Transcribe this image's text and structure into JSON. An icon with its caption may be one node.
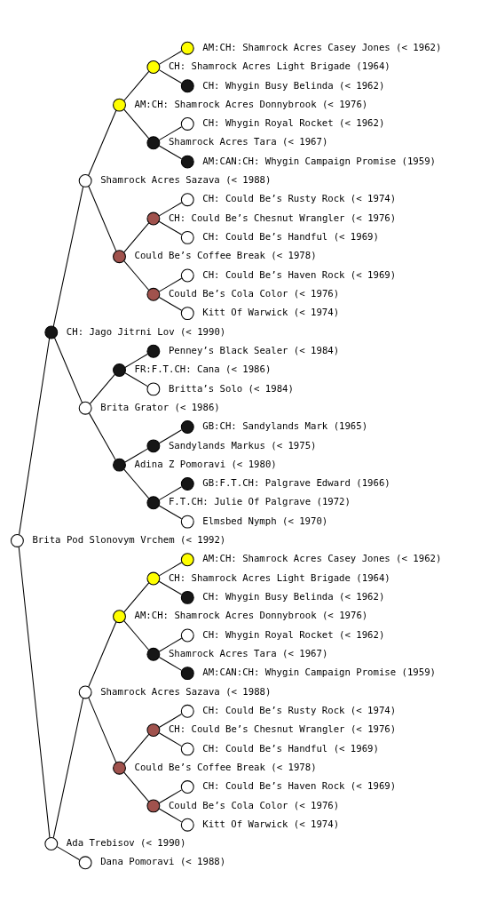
{
  "diagram": {
    "nodes": [
      {
        "text": [],
        "shape": "circle",
        "beside": [
          "AM:CH: Shamrock Acres Casey Jones (< 1962)"
        ]
      },
      {
        "text": [],
        "shape": "circle",
        "beside": [
          "CH: Shamrock Acres Light Brigade (1964)"
        ]
      },
      {
        "text": [],
        "shape": "circle",
        "beside": [
          "CH: Whygin Busy Belinda (< 1962)"
        ]
      },
      {
        "text": [],
        "shape": "circle",
        "beside": [
          "AM:CH: Shamrock Acres Donnybrook (< 1976)"
        ]
      },
      {
        "text": [],
        "shape": "circle",
        "beside": [
          "CH: Whygin Royal Rocket (< 1962)"
        ]
      },
      {
        "text": [],
        "shape": "circle",
        "beside": [
          "Shamrock Acres Tara (< 1967)"
        ]
      },
      {
        "text": [],
        "shape": "circle",
        "beside": [
          "AM:CAN:CH: Whygin Campaign Promise (1959)"
        ]
      },
      {
        "text": [],
        "shape": "circle",
        "beside": [
          "Shamrock Acres Sazava (< 1988)"
        ]
      },
      {
        "text": [],
        "shape": "circle",
        "beside": [
          "CH: Could Be’s Rusty Rock (< 1974)"
        ]
      },
      {
        "text": [],
        "shape": "circle",
        "beside": [
          "CH: Could Be’s Chesnut Wrangler (< 1976)"
        ]
      },
      {
        "text": [],
        "shape": "circle",
        "beside": [
          "CH: Could Be’s Handful (< 1969)"
        ]
      },
      {
        "text": [],
        "shape": "circle",
        "beside": [
          "Could Be’s Coffee Break (< 1978)"
        ]
      },
      {
        "text": [],
        "shape": "circle",
        "beside": [
          "CH: Could Be’s Haven Rock (< 1969)"
        ]
      },
      {
        "text": [],
        "shape": "circle",
        "beside": [
          "Could Be’s Cola Color (< 1976)"
        ]
      },
      {
        "text": [],
        "shape": "circle",
        "beside": [
          "Kitt Of Warwick (< 1974)"
        ]
      },
      {
        "text": [],
        "shape": "circle",
        "beside": [
          "CH: Jago Jitrni Lov (< 1990)"
        ]
      },
      {
        "text": [],
        "shape": "circle",
        "beside": [
          "Penney’s Black Sealer (< 1984)"
        ]
      },
      {
        "text": [],
        "shape": "circle",
        "beside": [
          "FR:F.T.CH: Cana (< 1986)"
        ]
      },
      {
        "text": [],
        "shape": "circle",
        "beside": [
          "Britta’s Solo (< 1984)"
        ]
      },
      {
        "text": [],
        "shape": "circle",
        "beside": [
          "Brita Grator (< 1986)"
        ]
      },
      {
        "text": [],
        "shape": "circle",
        "beside": [
          "GB:CH: Sandylands Mark (1965)"
        ]
      },
      {
        "text": [],
        "shape": "circle",
        "beside": [
          "Sandylands Markus (< 1975)"
        ]
      },
      {
        "text": [],
        "shape": "circle",
        "beside": [
          "Adina Z Pomoravi (< 1980)"
        ]
      },
      {
        "text": [],
        "shape": "circle",
        "beside": [
          "GB:F.T.CH: Palgrave Edward (1966)"
        ]
      },
      {
        "text": [],
        "shape": "circle",
        "beside": [
          "F.T.CH: Julie Of Palgrave (1972)"
        ]
      },
      {
        "text": [],
        "shape": "circle",
        "beside": [
          "Elmsbed Nymph (< 1970)"
        ]
      },
      {
        "text": [],
        "shape": "circle",
        "beside": [
          "Brita Pod Slonovym Vrchem (< 1992)"
        ]
      },
      {
        "text": [],
        "shape": "circle",
        "beside": [
          "AM:CH: Shamrock Acres Casey Jones (< 1962)"
        ]
      },
      {
        "text": [],
        "shape": "circle",
        "beside": [
          "CH: Shamrock Acres Light Brigade (1964)"
        ]
      },
      {
        "text": [],
        "shape": "circle",
        "beside": [
          "CH: Whygin Busy Belinda (< 1962)"
        ]
      },
      {
        "text": [],
        "shape": "circle",
        "beside": [
          "AM:CH: Shamrock Acres Donnybrook (< 1976)"
        ]
      },
      {
        "text": [],
        "shape": "circle",
        "beside": [
          "CH: Whygin Royal Rocket (< 1962)"
        ]
      },
      {
        "text": [],
        "shape": "circle",
        "beside": [
          "Shamrock Acres Tara (< 1967)"
        ]
      },
      {
        "text": [],
        "shape": "circle",
        "beside": [
          "AM:CAN:CH: Whygin Campaign Promise (1959)"
        ]
      },
      {
        "text": [],
        "shape": "circle",
        "beside": [
          "Shamrock Acres Sazava (< 1988)"
        ]
      },
      {
        "text": [],
        "shape": "circle",
        "beside": [
          "CH: Could Be’s Rusty Rock (< 1974)"
        ]
      },
      {
        "text": [],
        "shape": "circle",
        "beside": [
          "CH: Could Be’s Chesnut Wrangler (< 1976)"
        ]
      },
      {
        "text": [],
        "shape": "circle",
        "beside": [
          "CH: Could Be’s Handful (< 1969)"
        ]
      },
      {
        "text": [],
        "shape": "circle",
        "beside": [
          "Could Be’s Coffee Break (< 1978)"
        ]
      },
      {
        "text": [],
        "shape": "circle",
        "beside": [
          "CH: Could Be’s Haven Rock (< 1969)"
        ]
      },
      {
        "text": [],
        "shape": "circle",
        "beside": [
          "Could Be’s Cola Color (< 1976)"
        ]
      },
      {
        "text": [],
        "shape": "circle",
        "beside": [
          "Kitt Of Warwick (< 1974)"
        ]
      },
      {
        "text": [],
        "shape": "circle",
        "beside": [
          "Ada Trebisov (< 1990)"
        ]
      },
      {
        "text": [],
        "shape": "circle",
        "beside": [
          "Dana Pomoravi (< 1988)"
        ]
      }
    ],
    "edges": [
      {
        "from": 26,
        "to": 15,
        "arrow": "none"
      },
      {
        "from": 26,
        "to": 42,
        "arrow": "none"
      },
      {
        "from": 15,
        "to": 7,
        "arrow": "none"
      },
      {
        "from": 15,
        "to": 19,
        "arrow": "none"
      },
      {
        "from": 7,
        "to": 3,
        "arrow": "none"
      },
      {
        "from": 7,
        "to": 11,
        "arrow": "none"
      },
      {
        "from": 3,
        "to": 1,
        "arrow": "none"
      },
      {
        "from": 3,
        "to": 5,
        "arrow": "none"
      },
      {
        "from": 1,
        "to": 0,
        "arrow": "none"
      },
      {
        "from": 1,
        "to": 2,
        "arrow": "none"
      },
      {
        "from": 5,
        "to": 4,
        "arrow": "none"
      },
      {
        "from": 5,
        "to": 6,
        "arrow": "none"
      },
      {
        "from": 11,
        "to": 9,
        "arrow": "none"
      },
      {
        "from": 11,
        "to": 13,
        "arrow": "none"
      },
      {
        "from": 9,
        "to": 8,
        "arrow": "none"
      },
      {
        "from": 9,
        "to": 10,
        "arrow": "none"
      },
      {
        "from": 13,
        "to": 12,
        "arrow": "none"
      },
      {
        "from": 13,
        "to": 14,
        "arrow": "none"
      },
      {
        "from": 19,
        "to": 17,
        "arrow": "none"
      },
      {
        "from": 19,
        "to": 22,
        "arrow": "none"
      },
      {
        "from": 17,
        "to": 16,
        "arrow": "none"
      },
      {
        "from": 17,
        "to": 18,
        "arrow": "none"
      },
      {
        "from": 22,
        "to": 21,
        "arrow": "none"
      },
      {
        "from": 22,
        "to": 24,
        "arrow": "none"
      },
      {
        "from": 21,
        "to": 20,
        "arrow": "none"
      },
      {
        "from": 24,
        "to": 23,
        "arrow": "none"
      },
      {
        "from": 24,
        "to": 25,
        "arrow": "none"
      },
      {
        "from": 42,
        "to": 34,
        "arrow": "none"
      },
      {
        "from": 42,
        "to": 43,
        "arrow": "none"
      },
      {
        "from": 34,
        "to": 30,
        "arrow": "none"
      },
      {
        "from": 34,
        "to": 38,
        "arrow": "none"
      },
      {
        "from": 30,
        "to": 28,
        "arrow": "none"
      },
      {
        "from": 30,
        "to": 32,
        "arrow": "none"
      },
      {
        "from": 28,
        "to": 27,
        "arrow": "none"
      },
      {
        "from": 28,
        "to": 29,
        "arrow": "none"
      },
      {
        "from": 32,
        "to": 31,
        "arrow": "none"
      },
      {
        "from": 32,
        "to": 33,
        "arrow": "none"
      },
      {
        "from": 38,
        "to": 36,
        "arrow": "none"
      },
      {
        "from": 38,
        "to": 40,
        "arrow": "none"
      },
      {
        "from": 36,
        "to": 35,
        "arrow": "none"
      },
      {
        "from": 36,
        "to": 37,
        "arrow": "none"
      },
      {
        "from": 40,
        "to": 39,
        "arrow": "none"
      },
      {
        "from": 40,
        "to": 41,
        "arrow": "none"
      }
    ]
  }
}
